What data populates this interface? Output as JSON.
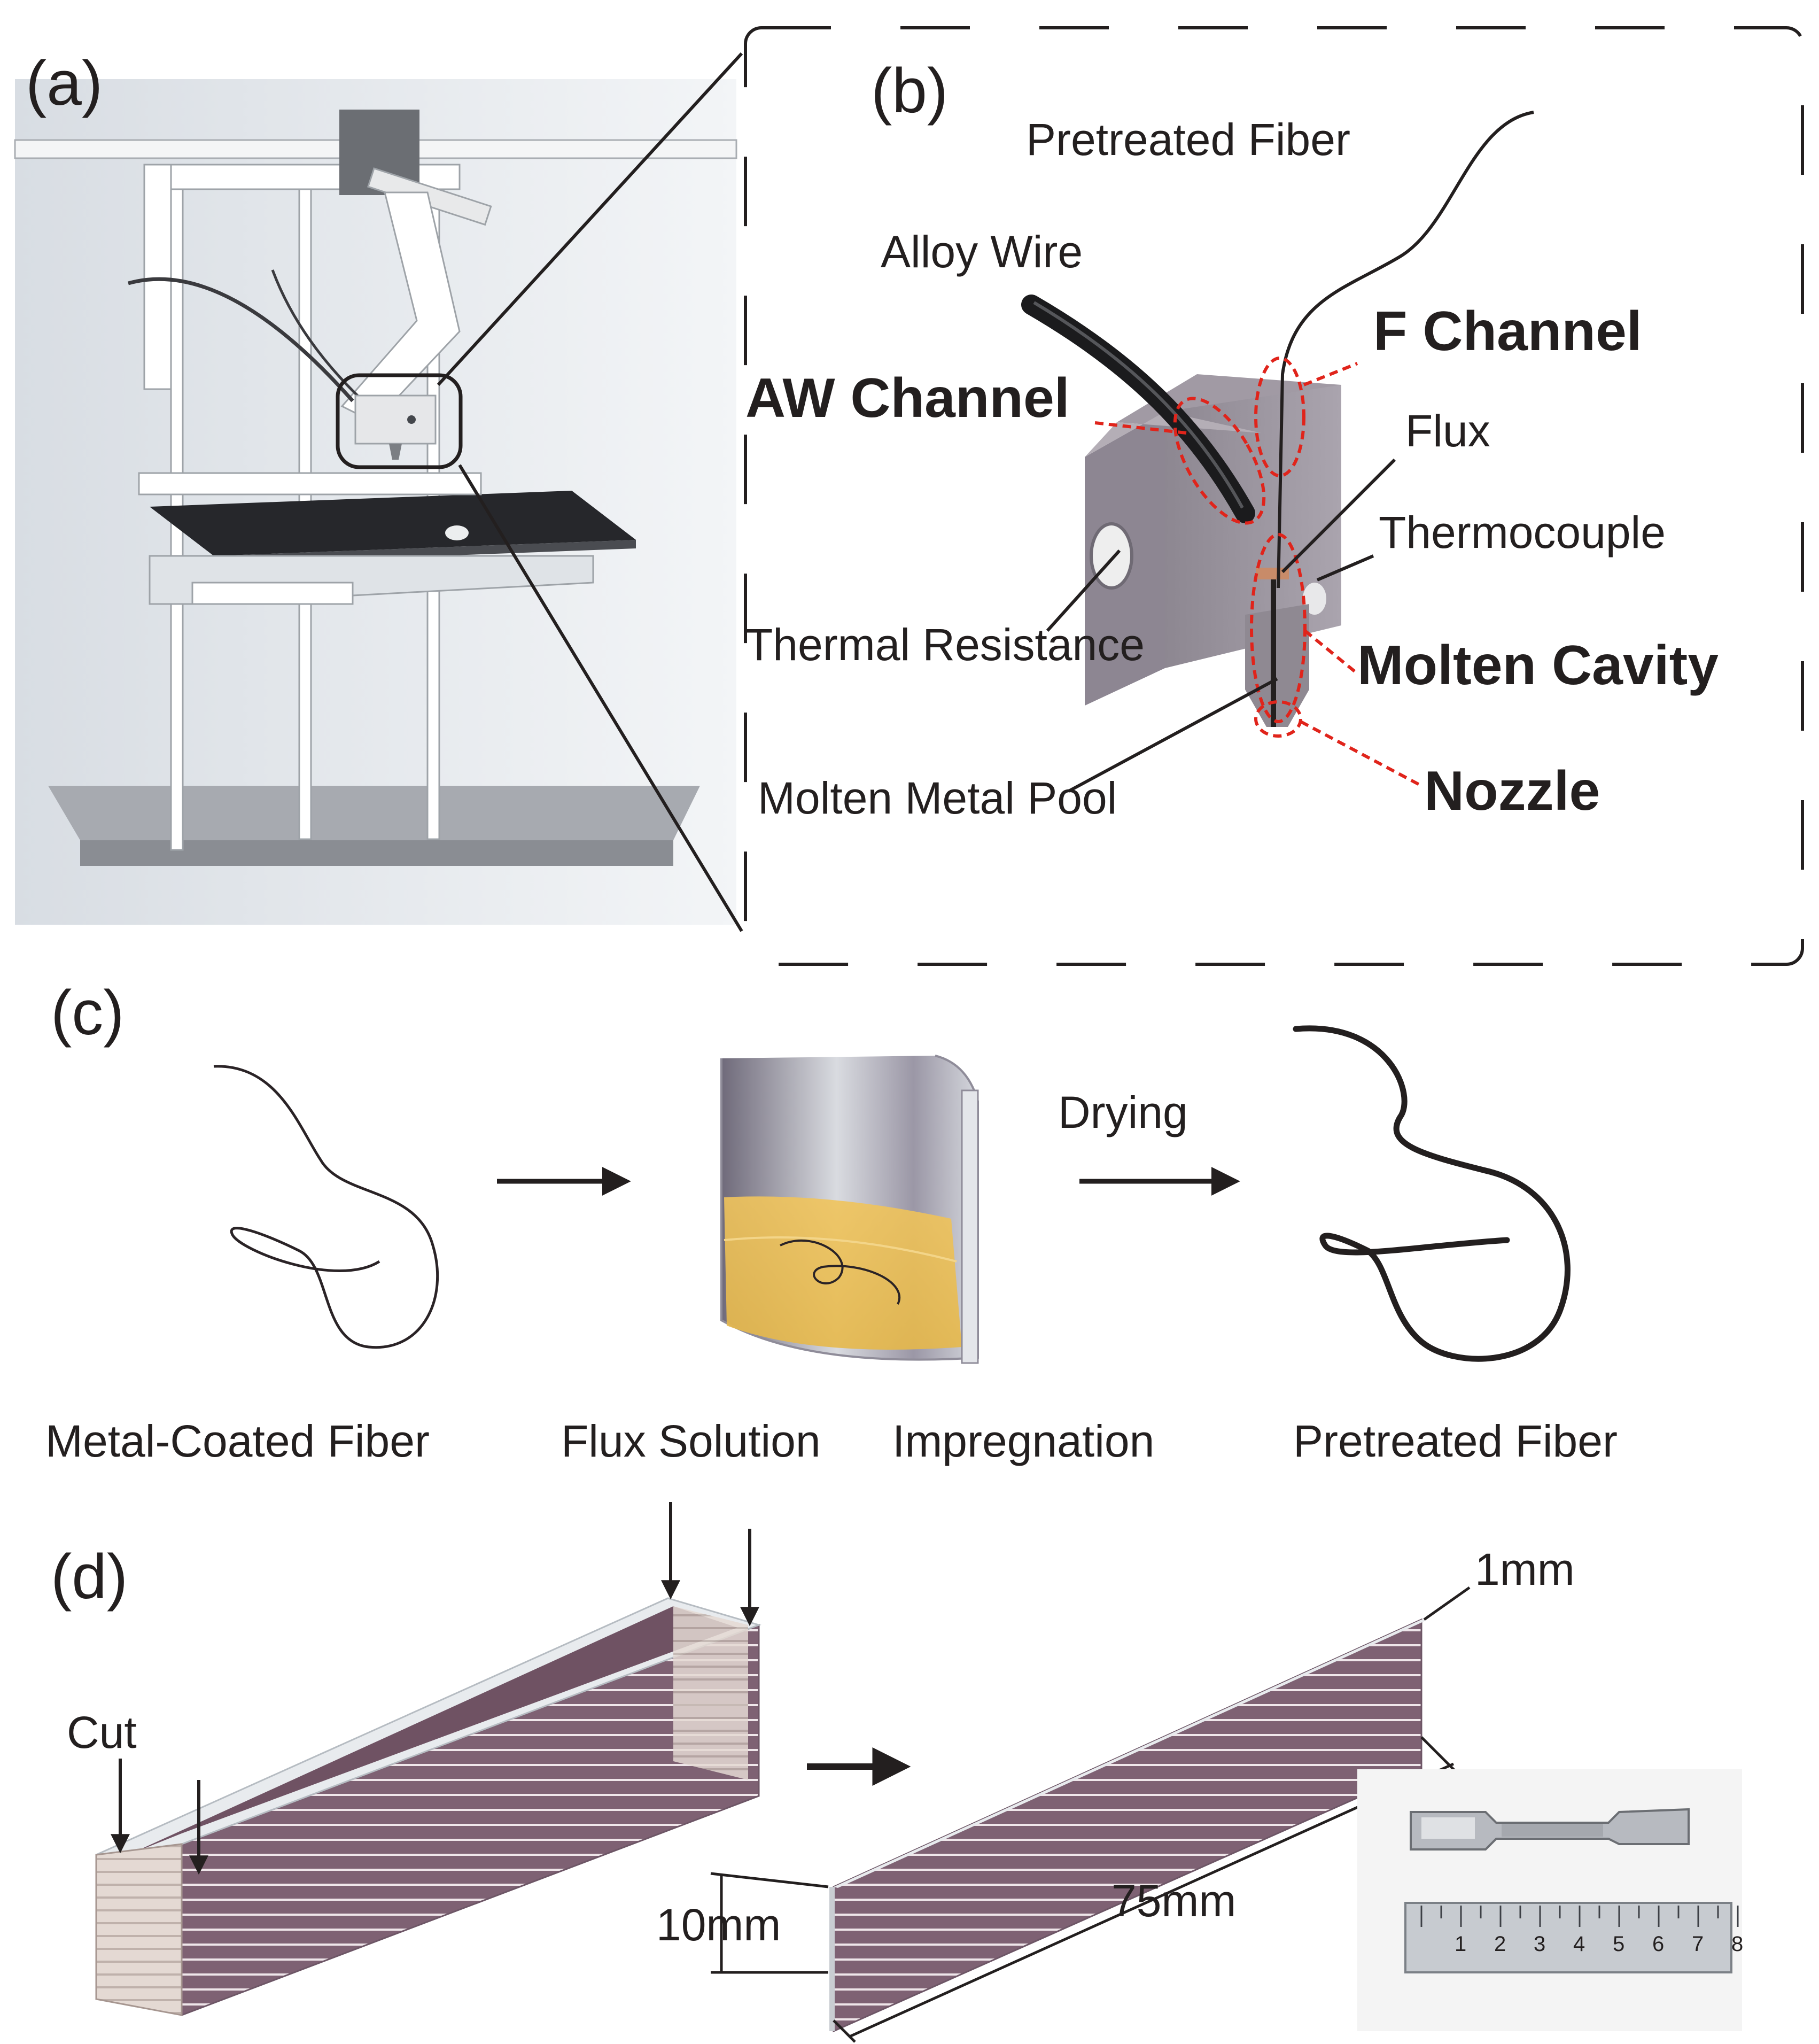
{
  "panels": {
    "a": "(a)",
    "b": "(b)",
    "c": "(c)",
    "d": "(d)"
  },
  "labels_b": {
    "pretreated_fiber": "Pretreated Fiber",
    "alloy_wire": "Alloy Wire",
    "f_channel": "F Channel",
    "aw_channel": "AW Channel",
    "flux": "Flux",
    "thermocouple": "Thermocouple",
    "thermal_resistance": "Thermal Resistance",
    "molten_cavity": "Molten Cavity",
    "molten_metal_pool": "Molten Metal Pool",
    "nozzle": "Nozzle"
  },
  "labels_c": {
    "metal_coated_fiber": "Metal-Coated Fiber",
    "flux_solution": "Flux Solution",
    "impregnation": "Impregnation",
    "drying": "Drying",
    "pretreated_fiber": "Pretreated Fiber"
  },
  "labels_d": {
    "cut": "Cut",
    "thickness": "1mm",
    "height": "10mm",
    "length": "75mm",
    "ruler_ticks": [
      "1",
      "2",
      "3",
      "4",
      "5",
      "6",
      "7",
      "8"
    ]
  },
  "colors": {
    "callout_red": "#e0241b",
    "text": "#231f1f",
    "block_gray": "#9a949c",
    "layer_purple": "#7e6173",
    "flux_yellow": "#e6b84a",
    "steel": "#c7cbd0"
  }
}
